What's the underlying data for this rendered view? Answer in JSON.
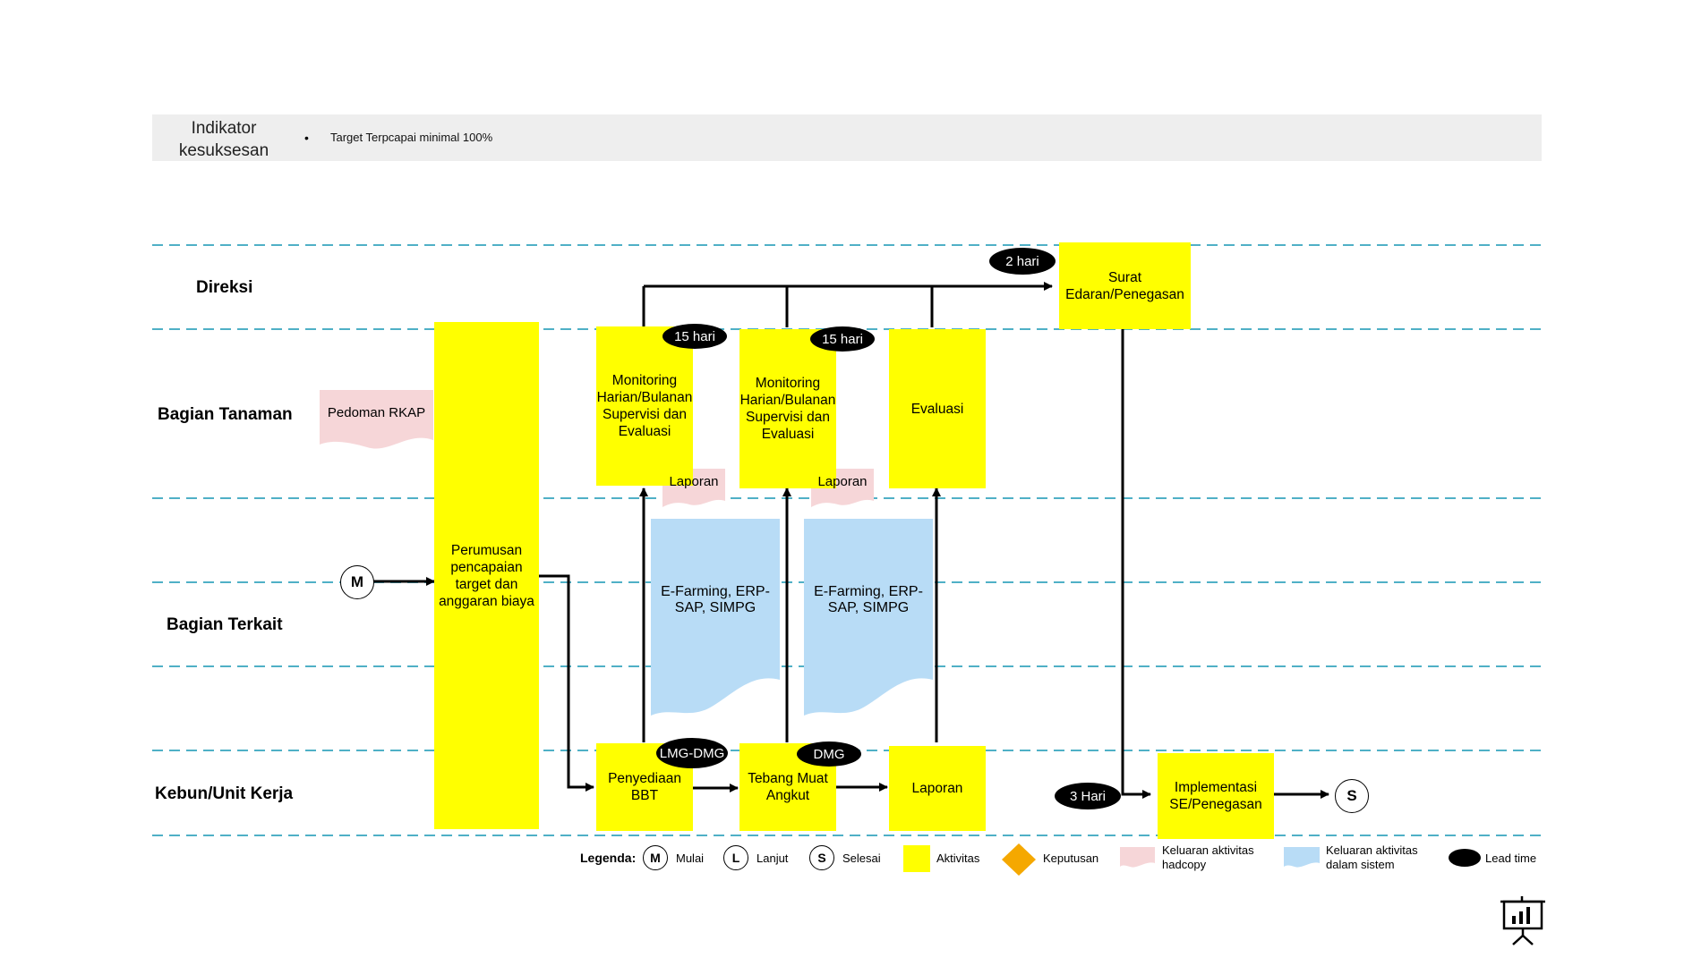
{
  "indicator": {
    "title": "Indikator\nkesuksesan",
    "bullet": "•",
    "items": [
      "Target Terpcapai minimal 100%"
    ]
  },
  "lanes": {
    "direksi": "Direksi",
    "tanaman": "Bagian Tanaman",
    "terkait": "Bagian Terkait",
    "kebun": "Kebun/Unit Kerja"
  },
  "boxes": {
    "perumusan": "Perumusan\npencapaian\ntarget dan\nanggaran biaya",
    "monitoring1": "Monitoring\nHarian/Bulanan\nSupervisi dan\nEvaluasi",
    "monitoring2": "Monitoring\nHarian/Bulanan\nSupervisi dan\nEvaluasi",
    "evaluasi": "Evaluasi",
    "surat": "Surat\nEdaran/Penegasan",
    "penyediaan": "Penyediaan\nBBT",
    "tebang": "Tebang Muat\nAngkut",
    "laporan_kebun": "Laporan",
    "implementasi": "Implementasi\nSE/Penegasan"
  },
  "documents": {
    "pedoman": "Pedoman RKAP",
    "laporan1": "Laporan",
    "laporan2": "Laporan",
    "efarming1": "E-Farming, ERP-\nSAP, SIMPG",
    "efarming2": "E-Farming, ERP-\nSAP, SIMPG"
  },
  "lead_times": {
    "monitoring1": "15 hari",
    "monitoring2": "15 hari",
    "surat": "2 hari",
    "penyediaan": "LMG-DMG",
    "tebang": "DMG",
    "implementasi": "3 Hari"
  },
  "terminals": {
    "start": "M",
    "end": "S"
  },
  "legend": {
    "title": "Legenda:",
    "mulai_symbol": "M",
    "mulai": "Mulai",
    "lanjut_symbol": "L",
    "lanjut": "Lanjut",
    "selesai_symbol": "S",
    "selesai": "Selesai",
    "aktivitas": "Aktivitas",
    "keputusan": "Keputusan",
    "hardcopy": "Keluaran aktivitas\nhadcopy",
    "sistem": "Keluaran aktivitas\ndalam sistem",
    "lead_time": "Lead time"
  },
  "colors": {
    "activity": "#ffff00",
    "hardcopy": "#f6d6d8",
    "system": "#b8dcf6",
    "decision": "#f5a800",
    "lane_line": "#4fb0c6"
  },
  "icons": {
    "presentation": "presentation-chart-icon"
  }
}
